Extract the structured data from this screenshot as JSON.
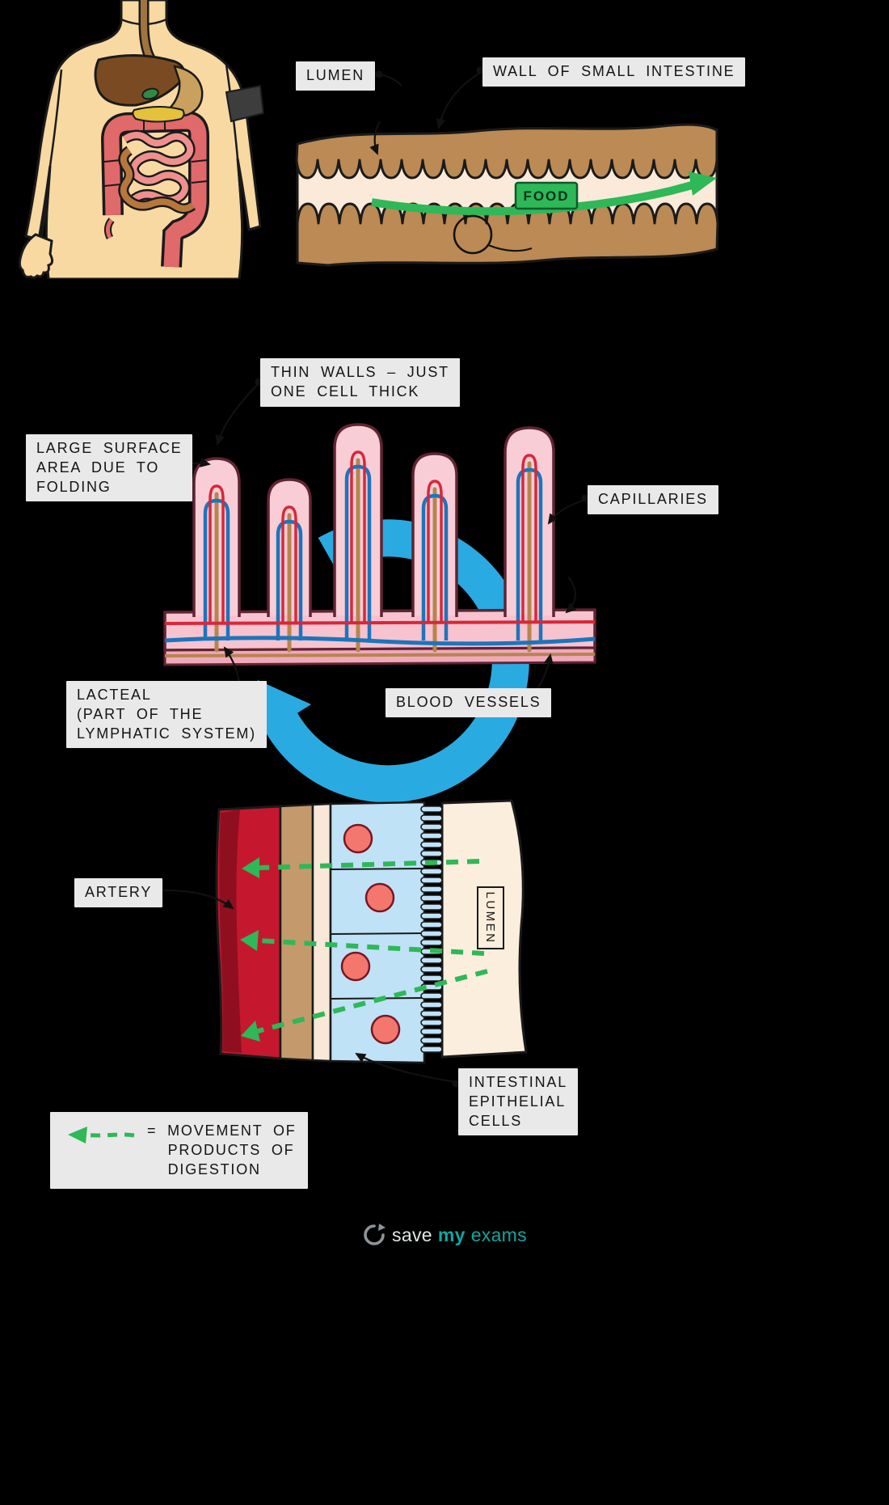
{
  "colors": {
    "background": "#000000",
    "label_bg": "#e9e9e9",
    "label_text": "#141414",
    "green_arrow": "#2eb857",
    "blue_cycle_arrow": "#29abe2",
    "capillary_red": "#d62839",
    "vessel_blue": "#1c75bc",
    "villus_pink": "#f9cdd6",
    "wall_brown": "#bb8a55",
    "lumen_cream": "#fbead9",
    "artery_red": "#c5182e",
    "cell_blue": "#bfe2f7",
    "nucleus_pink": "#f4776e",
    "lacteal_brown": "#b5854f",
    "skin": "#f8d9a2",
    "brand_teal": "#0fa7a0"
  },
  "top_section": {
    "lumen_label": "LUMEN",
    "wall_label": "WALL OF SMALL INTESTINE",
    "food_label": "FOOD"
  },
  "villi_section": {
    "thin_walls_label": "THIN WALLS – JUST\nONE CELL THICK",
    "surface_area_label": "LARGE SURFACE\nAREA DUE TO\nFOLDING",
    "capillaries_label": "CAPILLARIES",
    "lacteal_label": "LACTEAL\n(PART OF THE\nLYMPHATIC SYSTEM)",
    "blood_vessels_label": "BLOOD VESSELS"
  },
  "cells_section": {
    "artery_label": "ARTERY",
    "lumen_label": "LUMEN",
    "epithelial_label": "INTESTINAL\nEPITHELIAL\nCELLS"
  },
  "legend": {
    "text": "= MOVEMENT OF\n  PRODUCTS OF\n  DIGESTION"
  },
  "footer": {
    "brand_save": "save",
    "brand_my": "my",
    "brand_exams": "exams"
  }
}
